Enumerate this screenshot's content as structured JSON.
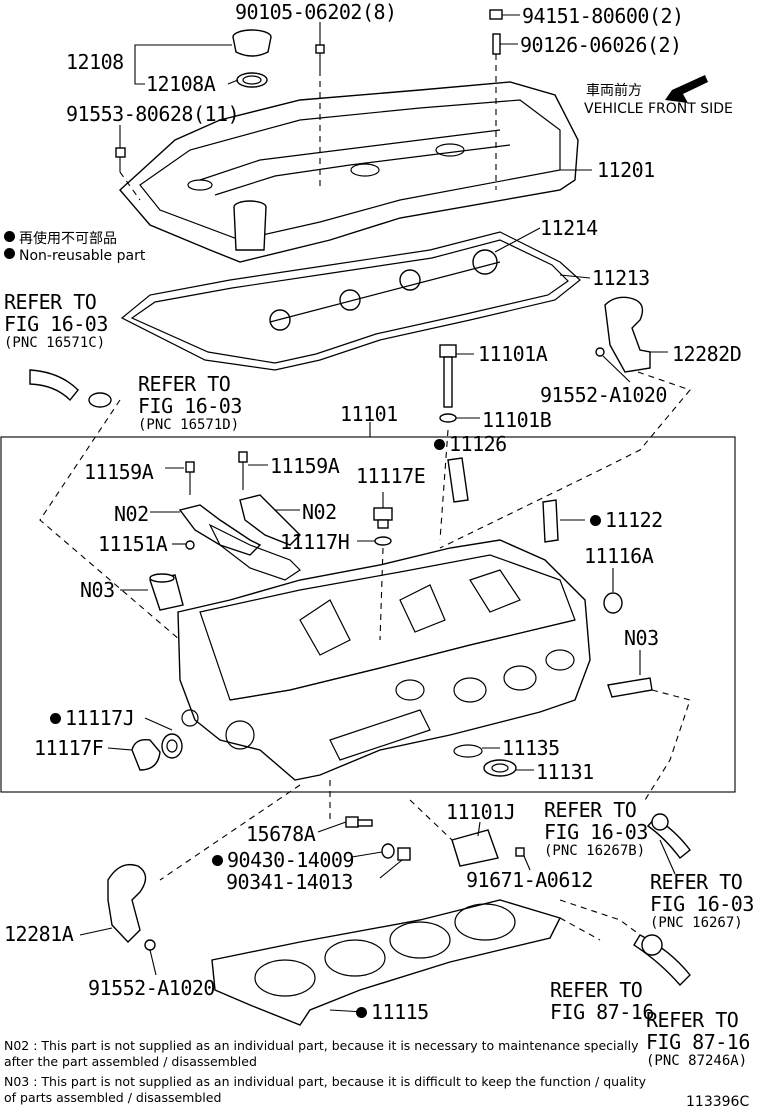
{
  "labels": {
    "p90105": "90105-06202(8)",
    "p94151": "94151-80600(2)",
    "p90126": "90126-06026(2)",
    "p12108": "12108",
    "p12108a": "12108A",
    "p91553": "91553-80628(11)",
    "p11201": "11201",
    "p11214": "11214",
    "p11213": "11213",
    "p11101a": "11101A",
    "p12282d": "12282D",
    "p91552a": "91552-A1020",
    "p11101b": "11101B",
    "p11101": "11101",
    "p11126": "11126",
    "p11159a_l": "11159A",
    "p11159a_r": "11159A",
    "p11117e": "11117E",
    "n02_l": "N02",
    "n02_r": "N02",
    "p11122": "11122",
    "p11151a": "11151A",
    "p11117h": "11117H",
    "p11116a": "11116A",
    "n03_l": "N03",
    "n03_r": "N03",
    "p11117j": "11117J",
    "p11117f": "11117F",
    "p11135": "11135",
    "p11131": "11131",
    "p11101j": "11101J",
    "p15678a": "15678A",
    "p90430": "90430-14009",
    "p90341": "90341-14013",
    "p91671": "91671-A0612",
    "p12281a": "12281A",
    "p91552b": "91552-A1020",
    "p11115": "11115"
  },
  "refs": {
    "r1": {
      "line1": "REFER TO",
      "line2": "FIG 16-03",
      "pnc": "(PNC 16571C)"
    },
    "r2": {
      "line1": "REFER TO",
      "line2": "FIG 16-03",
      "pnc": "(PNC 16571D)"
    },
    "r3": {
      "line1": "REFER TO",
      "line2": "FIG 16-03",
      "pnc": "(PNC 16267B)"
    },
    "r4": {
      "line1": "REFER TO",
      "line2": "FIG 16-03",
      "pnc": "(PNC 16267)"
    },
    "r5": {
      "line1": "REFER TO",
      "line2": "FIG 87-16"
    },
    "r6": {
      "line1": "REFER TO",
      "line2": "FIG 87-16",
      "pnc": "(PNC 87246A)"
    }
  },
  "front": {
    "jp": "車両前方",
    "en": "VEHICLE FRONT SIDE"
  },
  "legend": {
    "jp": "再使用不可部品",
    "en": "Non-reusable part"
  },
  "notes": {
    "n02": "N02 : This part is not supplied as an individual part, because it is necessary to maintenance specially after the part assembled / disassembled",
    "n03": "N03 : This part is not supplied as an individual part, because it is difficult to keep the function / quality of parts  assembled / disassembled"
  },
  "figure_id": "113396C"
}
